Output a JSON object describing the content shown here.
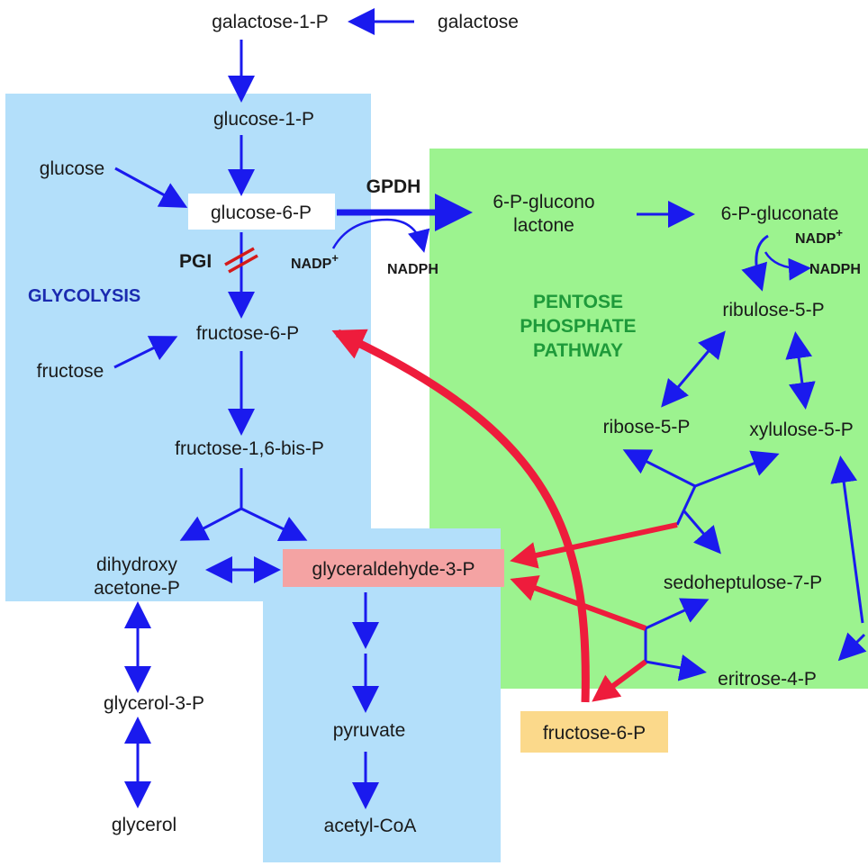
{
  "labels": {
    "galactose_1_p": "galactose-1-P",
    "galactose": "galactose",
    "glucose_1_p": "glucose-1-P",
    "glucose": "glucose",
    "glucose_6_p": "glucose-6-P",
    "gpdh": "GPDH",
    "pgi": "PGI",
    "nadp_plus_1": "NADP",
    "nadph_1": "NADPH",
    "glycolysis": "GLYCOLYSIS",
    "fructose_6_p": "fructose-6-P",
    "fructose": "fructose",
    "fructose_16_bis_p": "fructose-1,6-bis-P",
    "dihydroxy_line1": "dihydroxy",
    "dihydroxy_line2": "acetone-P",
    "glyceraldehyde_3_p": "glyceraldehyde-3-P",
    "glycerol_3_p": "glycerol-3-P",
    "glycerol": "glycerol",
    "pyruvate": "pyruvate",
    "acetyl_coa": "acetyl-CoA",
    "gluconolactone_line1": "6-P-glucono",
    "gluconolactone_line2": "lactone",
    "p_gluconate": "6-P-gluconate",
    "nadp_plus_2": "NADP",
    "nadph_2": "NADPH",
    "ppp_line1": "PENTOSE",
    "ppp_line2": "PHOSPHATE",
    "ppp_line3": "PATHWAY",
    "ribulose_5_p": "ribulose-5-P",
    "ribose_5_p": "ribose-5-P",
    "xylulose_5_p": "xylulose-5-P",
    "sedoheptulose_7_p": "sedoheptulose-7-P",
    "eritrose_4_p": "eritrose-4-P",
    "fructose_6_p_ppp": "fructose-6-P",
    "plus_sign": "+"
  },
  "colors": {
    "glycolysis_bg": "#b3dffa",
    "ppp_bg": "#9cf38f",
    "arrow_blue": "#1a1aee",
    "arrow_red": "#ee1c3c",
    "glyceraldehyde_bg": "#f4a3a3",
    "fructose_ppp_bg": "#fbd98b",
    "glycolysis_title": "#1b2bb0",
    "ppp_title": "#1e9a3a",
    "pgi_block": "#d41a1a"
  }
}
